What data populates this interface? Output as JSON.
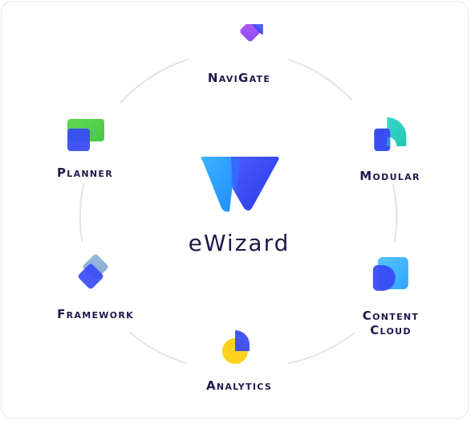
{
  "nodes": {
    "navigate": {
      "label": "NaviGate"
    },
    "modular": {
      "label": "Modular"
    },
    "content_cloud": {
      "label_line1": "Content",
      "label_line2": "Cloud"
    },
    "analytics": {
      "label": "Analytics"
    },
    "framework": {
      "label": "Framework"
    },
    "planner": {
      "label": "Planner"
    }
  },
  "center": {
    "title": "eWizard"
  },
  "colors": {
    "ring": "#e3e4ea",
    "text": "#1d1a4a",
    "blue": "#3a4cf6",
    "violet": "#a34bf5",
    "green": "#50d050",
    "teal": "#2fd3c0",
    "sky": "#3fb2ff",
    "yellow": "#ffd21f",
    "slate_blue": "#8fb4d8"
  },
  "icons": {
    "navigate": "navigate-icon",
    "modular": "modular-icon",
    "content_cloud": "content-cloud-icon",
    "analytics": "analytics-icon",
    "framework": "framework-icon",
    "planner": "planner-icon",
    "center": "ewizard-logo-icon"
  }
}
